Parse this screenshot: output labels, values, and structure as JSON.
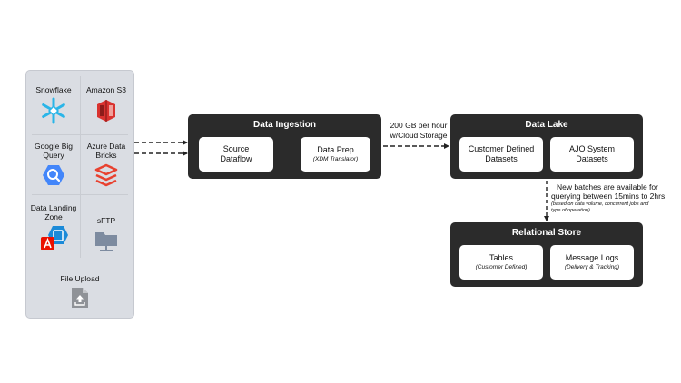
{
  "sources": {
    "items": [
      {
        "label": "Snowflake",
        "icon": "snowflake-icon"
      },
      {
        "label": "Amazon S3",
        "icon": "amazon-s3-icon"
      },
      {
        "label": "Google Big Query",
        "icon": "google-bigquery-icon"
      },
      {
        "label": "Azure Data Bricks",
        "icon": "azure-databricks-icon"
      },
      {
        "label": "Data Landing Zone",
        "icon": "data-landing-zone-icon"
      },
      {
        "label": "sFTP",
        "icon": "sftp-icon"
      },
      {
        "label": "File Upload",
        "icon": "file-upload-icon"
      }
    ]
  },
  "ingestion": {
    "title": "Data Ingestion",
    "source_dataflow": "Source Dataflow",
    "data_prep": "Data Prep",
    "data_prep_sub": "(XDM Translator)"
  },
  "throughput_note": {
    "line1": "200 GB per hour",
    "line2": "w/Cloud Storage"
  },
  "data_lake": {
    "title": "Data Lake",
    "customer_datasets": "Customer Defined Datasets",
    "ajo_datasets": "AJO System Datasets"
  },
  "batch_note": {
    "line1": "New batches are available for",
    "line2": "querying between 15mins to 2hrs",
    "sub1": "(based on data volume, concurrent jobs and",
    "sub2": "type of operation)"
  },
  "relational_store": {
    "title": "Relational Store",
    "tables": "Tables",
    "tables_sub": "(Customer Defined)",
    "message_logs": "Message Logs",
    "message_logs_sub": "(Delivery & Tracking)"
  },
  "colors": {
    "panel_bg": "#dadde3",
    "dark_box": "#2b2b2b",
    "snowflake": "#29b5e8",
    "aws_red": "#d9322f",
    "bigquery_blue": "#4386fa",
    "databricks_red": "#e8412f",
    "azure_blue": "#1b8ad8",
    "adobe_red": "#eb1000",
    "sftp_gray": "#7d8ba0",
    "upload_gray": "#8f9297"
  }
}
